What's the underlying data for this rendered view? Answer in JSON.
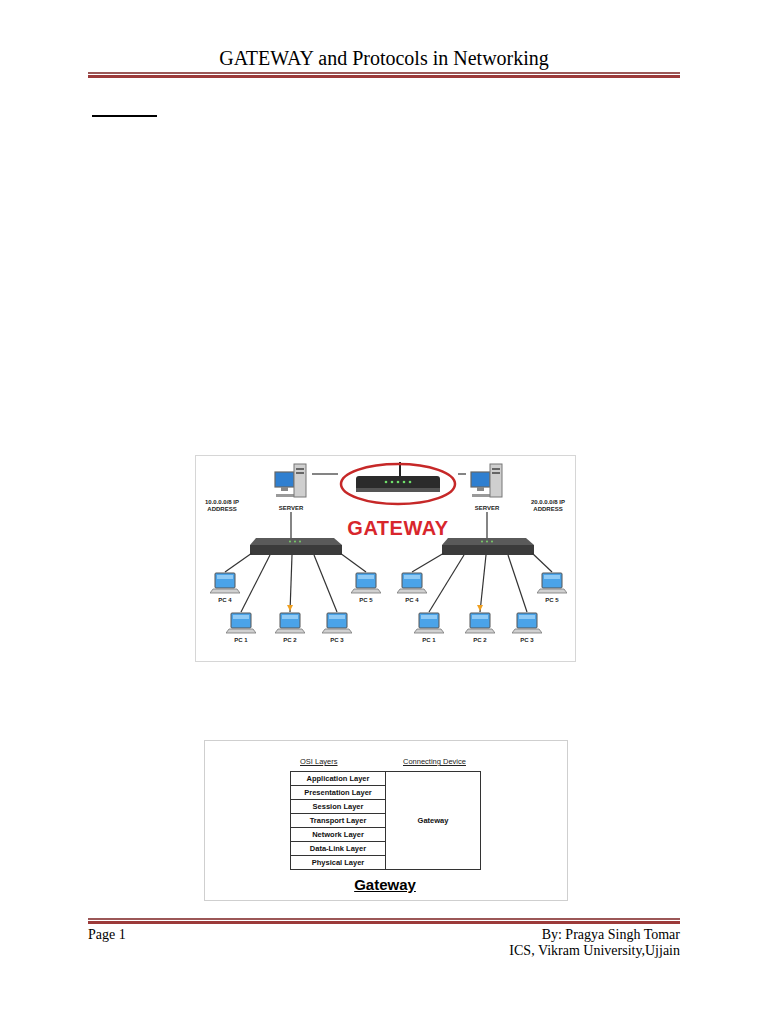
{
  "diagram": {
    "title": "GATEWAY and Protocols in Networking",
    "nodes": [
      {
        "text": [
          "SERVER"
        ]
      },
      {
        "text": [
          "GATEWAY"
        ]
      },
      {
        "text": [
          "SERVER"
        ]
      },
      {
        "text": [
          "PC 4"
        ]
      },
      {
        "text": [
          "PC 1"
        ]
      },
      {
        "text": [
          "PC 2"
        ]
      },
      {
        "text": [
          "PC 3"
        ]
      },
      {
        "text": [
          "PC 5"
        ]
      },
      {
        "text": [
          "PC 4"
        ]
      },
      {
        "text": [
          "PC 1"
        ]
      },
      {
        "text": [
          "PC 2"
        ]
      },
      {
        "text": [
          "PC 3"
        ]
      },
      {
        "text": [
          "PC 5"
        ]
      },
      {
        "text": [
          "Application Layer"
        ]
      },
      {
        "text": [
          "Presentation Layer"
        ]
      },
      {
        "text": [
          "Session Layer"
        ]
      },
      {
        "text": [
          "Transport Layer"
        ]
      },
      {
        "text": [
          "Network Layer"
        ]
      },
      {
        "text": [
          "Data-Link Layer"
        ]
      },
      {
        "text": [
          "Physical Layer"
        ]
      },
      {
        "text": [
          "Gateway"
        ]
      }
    ],
    "edges": [
      {
        "from": 0,
        "to": 1,
        "arrow": "none"
      },
      {
        "from": 1,
        "to": 2,
        "arrow": "none"
      }
    ],
    "labels": [
      "10.0.0.0/8 IP ADDRESS",
      "20.0.0.0/8 IP ADDRESS",
      "OSI Layers",
      "Connecting Device",
      "Gateway",
      "Page 1",
      "By: Pragya Singh Tomar",
      "ICS, Vikram University,Ujjain"
    ]
  }
}
